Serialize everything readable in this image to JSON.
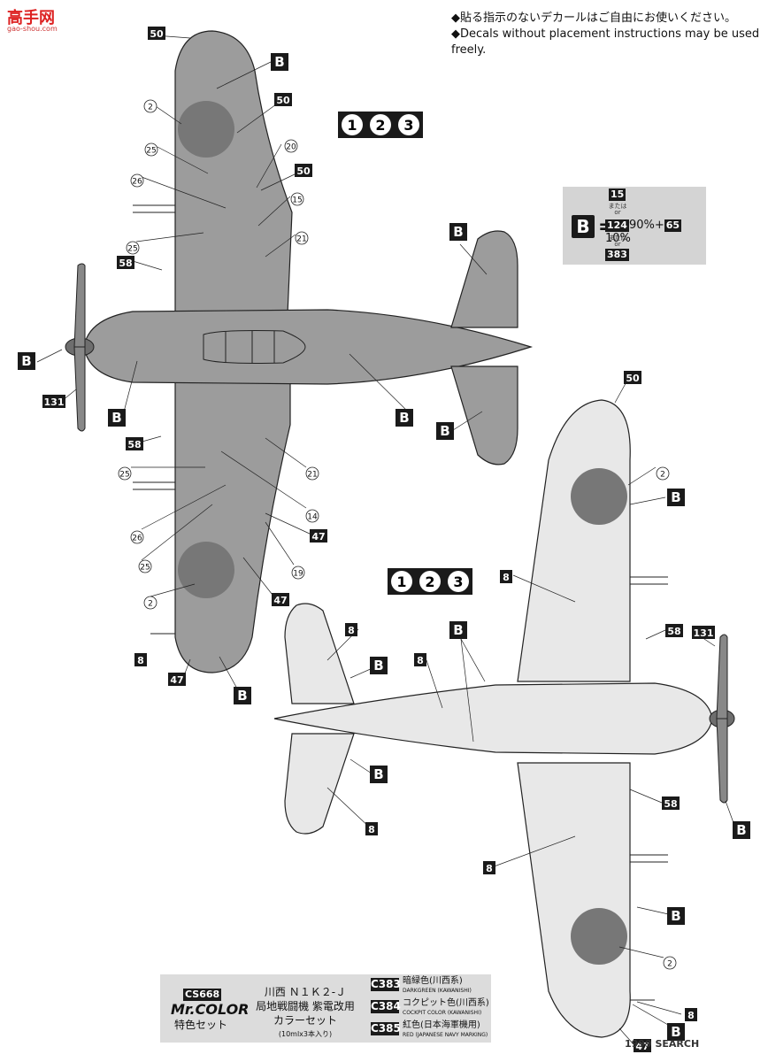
{
  "watermark_logo": {
    "text": "高手网",
    "sub": "gao-shou.com"
  },
  "notes": {
    "jp": "◆貼る指示のないデカールはご自由にお使いください。",
    "en": "◆Decals without placement instructions may be used freely."
  },
  "version_labels": [
    "1",
    "2",
    "3"
  ],
  "color_mix": {
    "letter": "B",
    "equals": "=",
    "option_a": "15",
    "or_jp": "または",
    "or_en": "or",
    "option_b": "124",
    "pct_b": "90%",
    "plus": "+",
    "option_c": "65",
    "pct_c": "10%",
    "option_d": "383"
  },
  "callouts": {
    "letters": [
      "B"
    ],
    "numbers": [
      "2",
      "8",
      "14",
      "15",
      "19",
      "20",
      "21",
      "25",
      "26",
      "47",
      "50",
      "58",
      "131"
    ]
  },
  "color_set": {
    "code": "CS668",
    "brand": "Mr.COLOR",
    "label": "特色セット",
    "title_line1": "川西 Ｎ１Ｋ２-Ｊ",
    "title_line2": "局地戦闘機 紫電改用",
    "title_line3": "カラーセット",
    "title_line4": "(10mlx3本入り)",
    "colors": [
      {
        "code": "C383",
        "jp": "暗緑色(川西系)",
        "en": "DARKGREEN (KAWANISHI)"
      },
      {
        "code": "C384",
        "jp": "コクピット色(川西系)",
        "en": "COCKPIT COLOR (KAWANISHI)"
      },
      {
        "code": "C385",
        "jp": "紅色(日本海軍機用)",
        "en": "RED (JAPANESE NAVY MARKING)"
      }
    ]
  },
  "source_watermark": "1999 SEARCH"
}
